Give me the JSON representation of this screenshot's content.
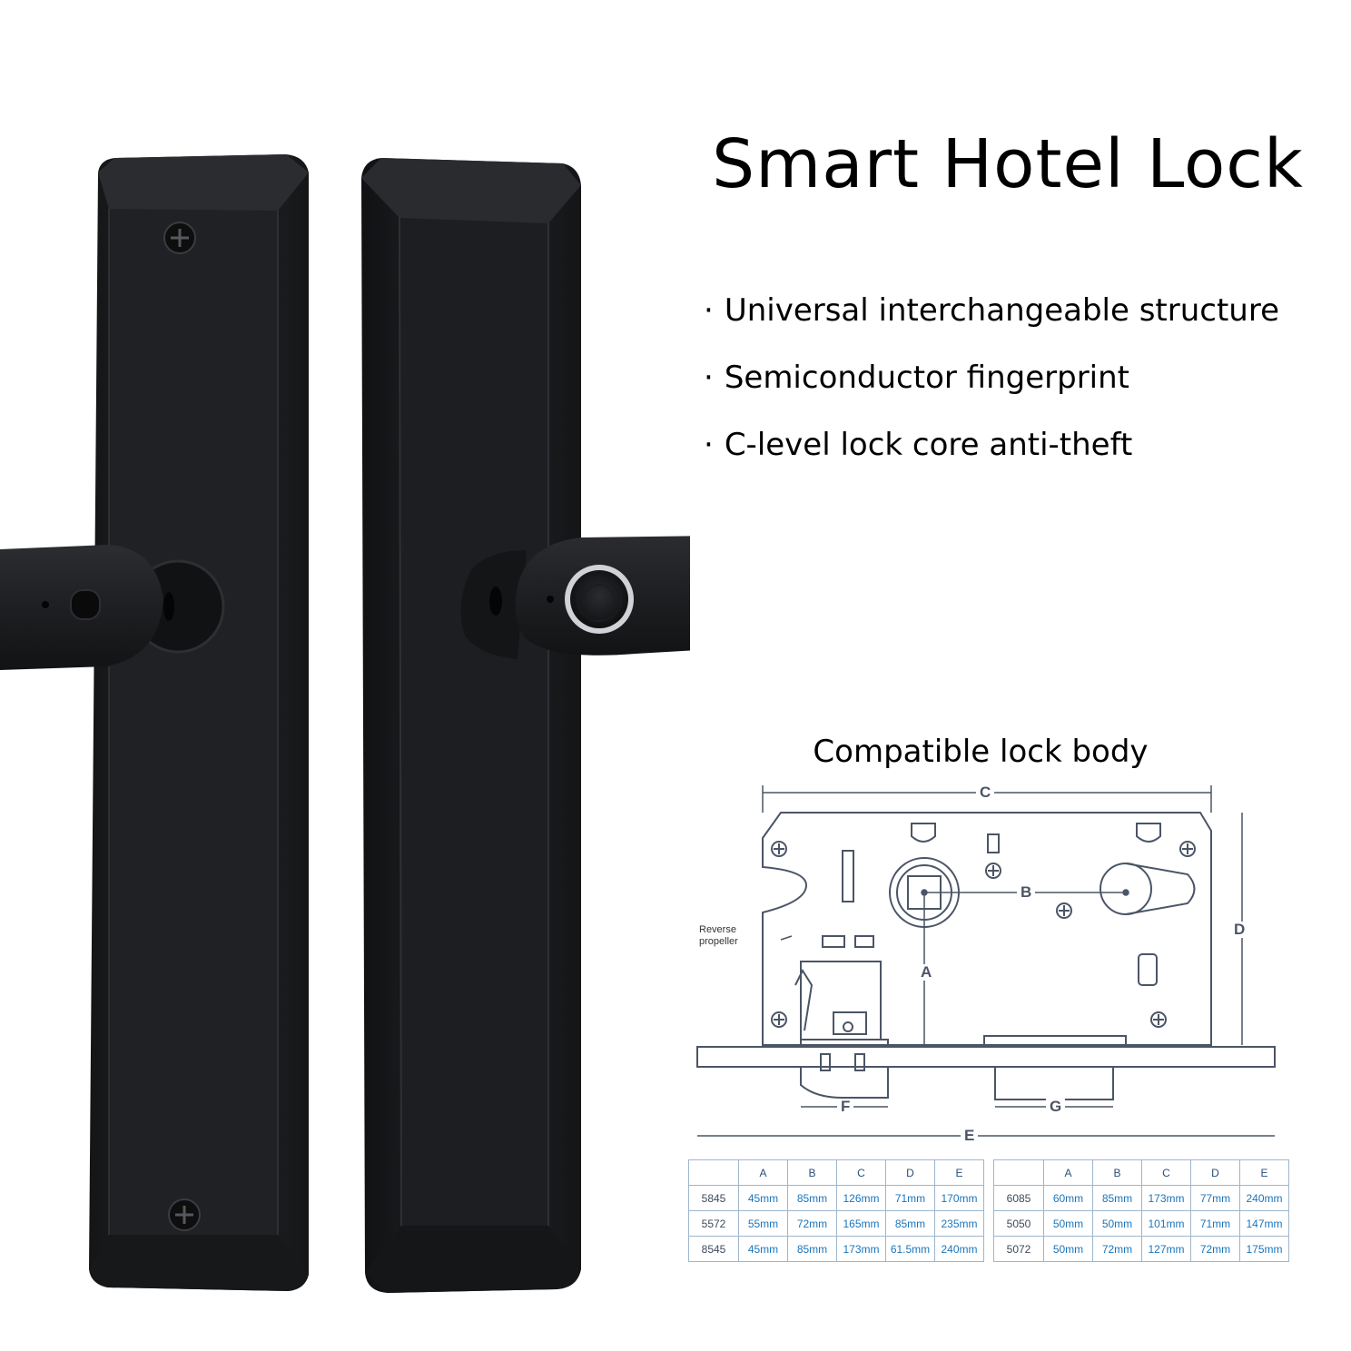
{
  "title": "Smart Hotel Lock",
  "features": [
    "Universal interchangeable structure",
    "Semiconductor fingerprint",
    "C-level lock core anti-theft"
  ],
  "bullet": "·",
  "diagram": {
    "title": "Compatible lock body",
    "dimension_labels": {
      "A": "A",
      "B": "B",
      "C": "C",
      "D": "D",
      "E": "E",
      "F": "F",
      "G": "G"
    },
    "note_line1": "Reverse",
    "note_line2": "propeller"
  },
  "spec_tables": [
    {
      "headers": [
        "",
        "A",
        "B",
        "C",
        "D",
        "E"
      ],
      "rows": [
        [
          "5845",
          "45mm",
          "85mm",
          "126mm",
          "71mm",
          "170mm"
        ],
        [
          "5572",
          "55mm",
          "72mm",
          "165mm",
          "85mm",
          "235mm"
        ],
        [
          "8545",
          "45mm",
          "85mm",
          "173mm",
          "61.5mm",
          "240mm"
        ]
      ]
    },
    {
      "headers": [
        "",
        "A",
        "B",
        "C",
        "D",
        "E"
      ],
      "rows": [
        [
          "6085",
          "60mm",
          "85mm",
          "173mm",
          "77mm",
          "240mm"
        ],
        [
          "5050",
          "50mm",
          "50mm",
          "101mm",
          "71mm",
          "147mm"
        ],
        [
          "5072",
          "50mm",
          "72mm",
          "127mm",
          "72mm",
          "175mm"
        ]
      ]
    }
  ],
  "colors": {
    "lock_body": "#1c1d1f",
    "diagram_line": "#4b5566",
    "table_text": "#1b75bb"
  },
  "icons": [
    "fingerprint-sensor-icon",
    "screw-icon"
  ]
}
